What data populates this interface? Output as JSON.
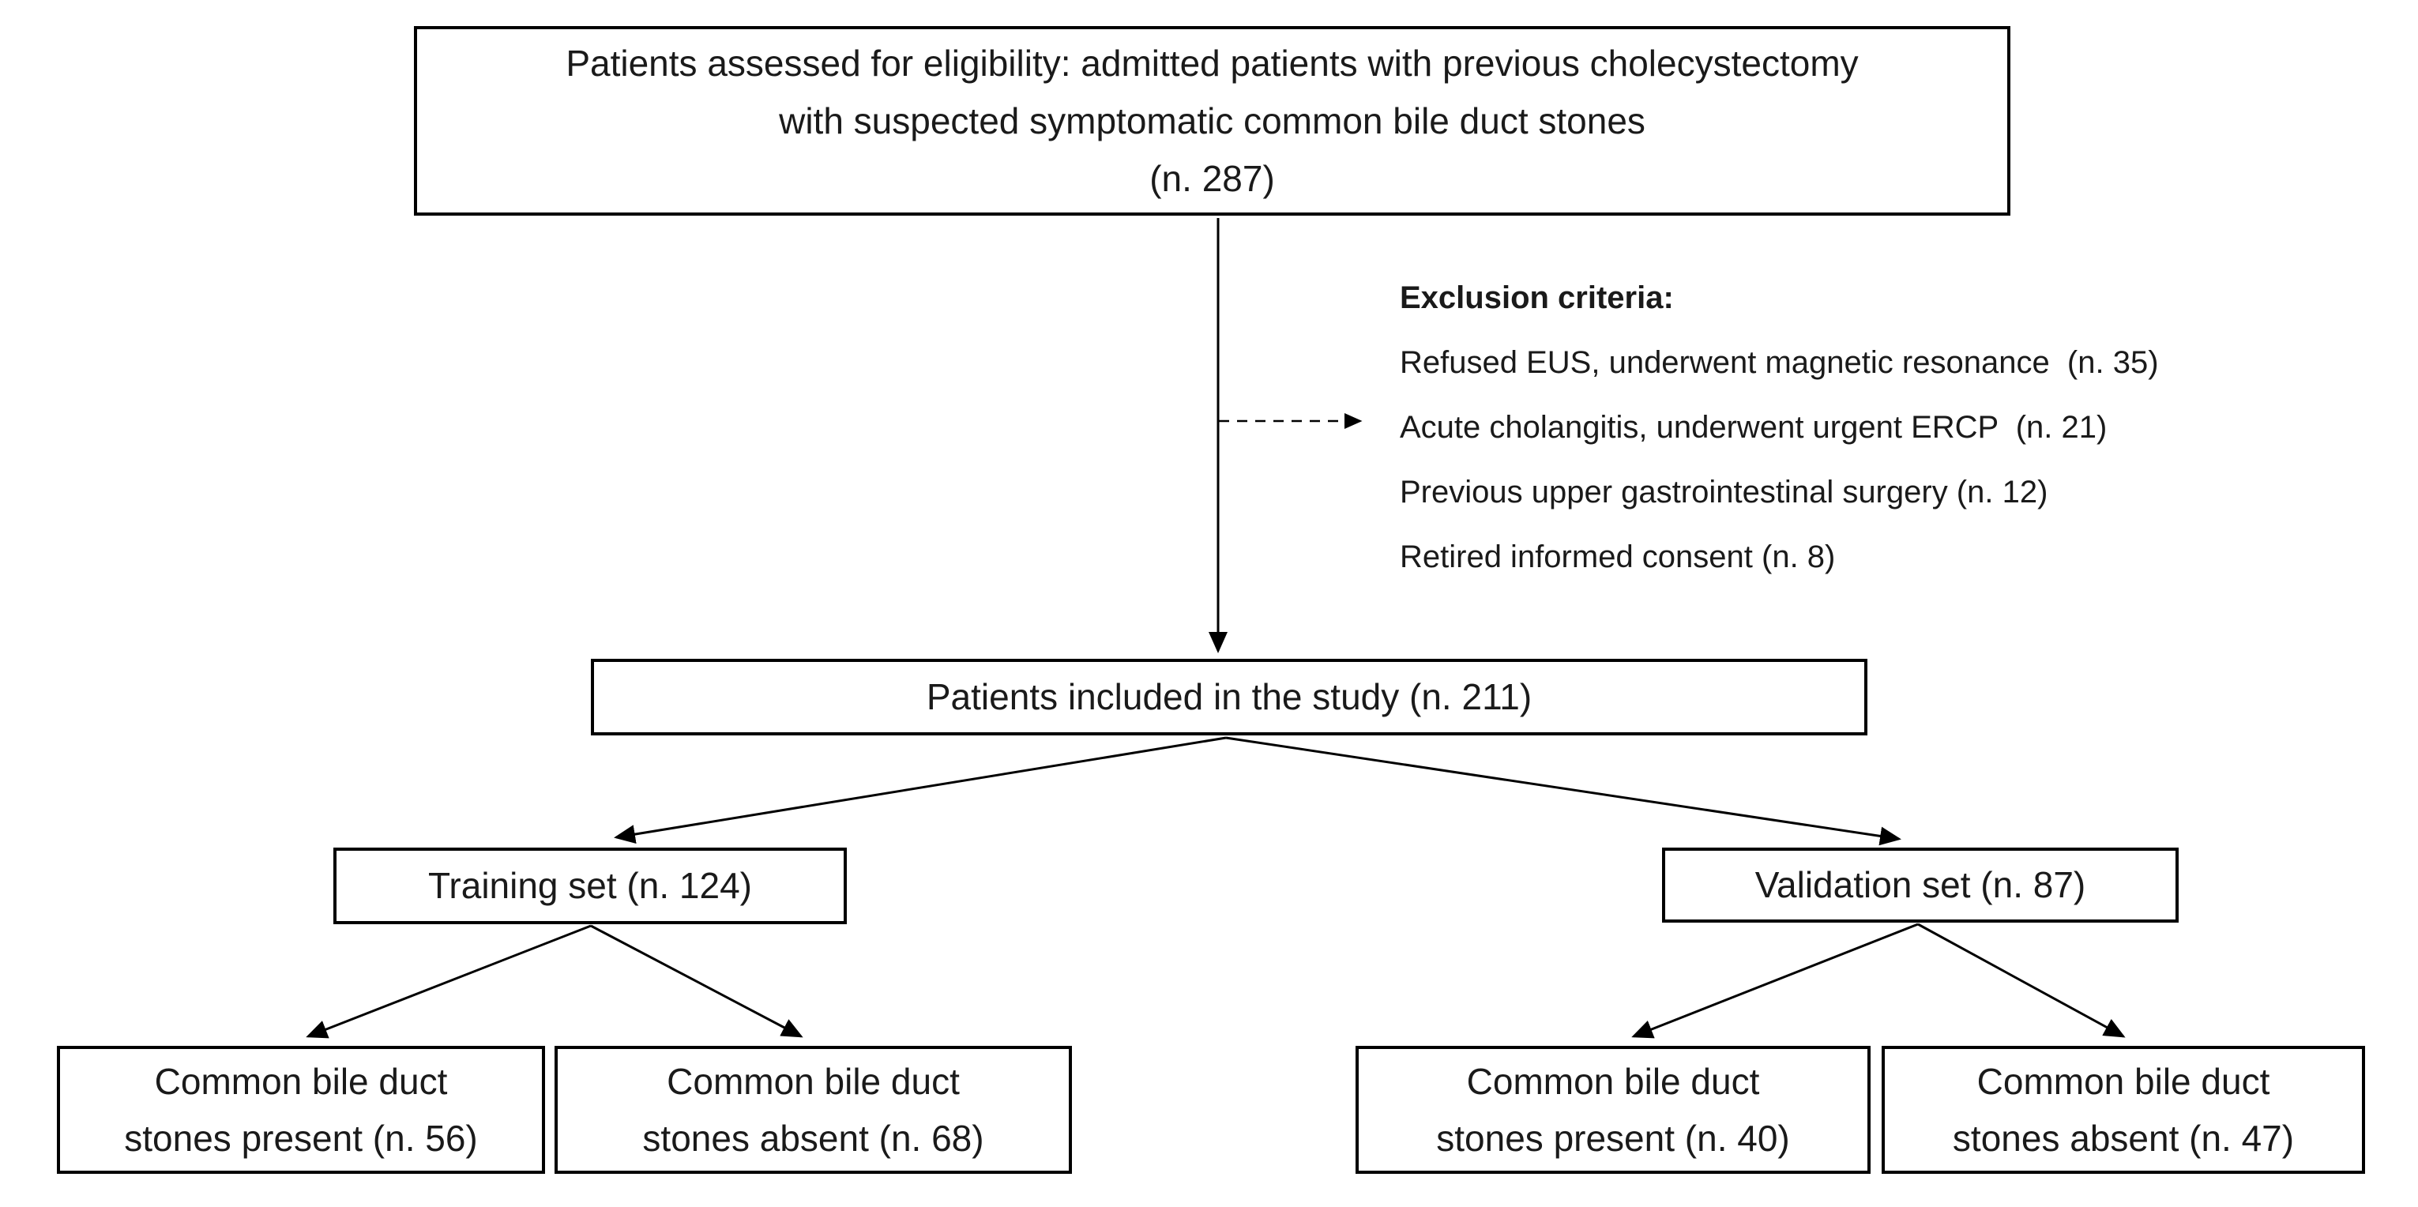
{
  "figure": {
    "type": "patient-flow-diagram",
    "colors": {
      "background": "#ffffff",
      "line": "#000000",
      "box_border": "#000000",
      "text": "#1a1a1a"
    }
  },
  "boxes": {
    "eligibility": {
      "lines": [
        "Patients assessed for eligibility: admitted patients with previous cholecystectomy",
        "with suspected symptomatic common bile duct stones",
        "(n. 287)"
      ]
    },
    "included": {
      "label": "Patients included in the study (n. 211)"
    },
    "training": {
      "label": "Training set (n. 124)"
    },
    "validation": {
      "label": "Validation set (n. 87)"
    },
    "training_present": {
      "lines": [
        "Common bile duct",
        "stones present (n. 56)"
      ]
    },
    "training_absent": {
      "lines": [
        "Common bile duct",
        "stones absent (n. 68)"
      ]
    },
    "validation_present": {
      "lines": [
        "Common bile duct",
        "stones present (n. 40)"
      ]
    },
    "validation_absent": {
      "lines": [
        "Common bile duct",
        "stones absent (n. 47)"
      ]
    }
  },
  "exclusion": {
    "header": "Exclusion criteria:",
    "items": [
      "Refused EUS, underwent magnetic resonance  (n. 35)",
      "Acute cholangitis, underwent urgent ERCP  (n. 21)",
      "Previous upper gastrointestinal surgery (n. 12)",
      "Retired informed consent (n. 8)"
    ]
  },
  "connectors": [
    {
      "from": "eligibility",
      "to": "included",
      "style": "solid-arrow"
    },
    {
      "from": "eligibility-included-line",
      "to": "exclusion",
      "style": "dashed-arrow"
    },
    {
      "from": "included",
      "to": "training",
      "style": "solid-arrow"
    },
    {
      "from": "included",
      "to": "validation",
      "style": "solid-arrow"
    },
    {
      "from": "training",
      "to": "training_present",
      "style": "solid-arrow"
    },
    {
      "from": "training",
      "to": "training_absent",
      "style": "solid-arrow"
    },
    {
      "from": "validation",
      "to": "validation_present",
      "style": "solid-arrow"
    },
    {
      "from": "validation",
      "to": "validation_absent",
      "style": "solid-arrow"
    }
  ]
}
